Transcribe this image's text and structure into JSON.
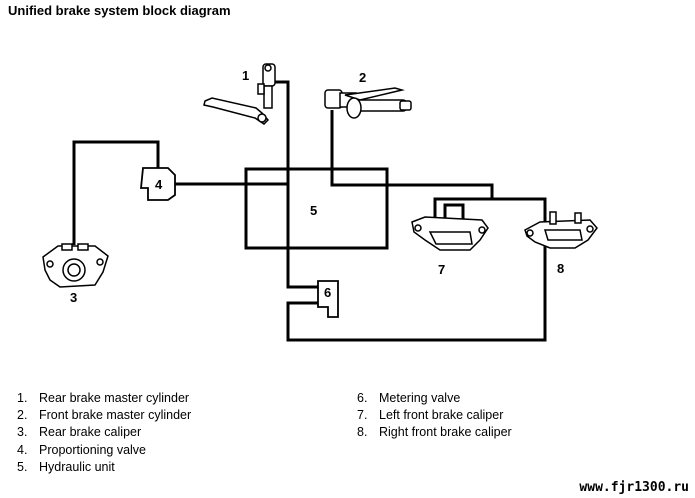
{
  "title": "Unified brake system block diagram",
  "components": [
    {
      "num": "1",
      "label": "Rear brake master cylinder"
    },
    {
      "num": "2",
      "label": "Front brake master cylinder"
    },
    {
      "num": "3",
      "label": "Rear brake caliper"
    },
    {
      "num": "4",
      "label": "Proportioning valve"
    },
    {
      "num": "5",
      "label": "Hydraulic unit"
    },
    {
      "num": "6",
      "label": "Metering valve"
    },
    {
      "num": "7",
      "label": "Left front brake caliper"
    },
    {
      "num": "8",
      "label": "Right front brake caliper"
    }
  ],
  "legend_left": [
    {
      "num": "1.",
      "label": "Rear brake master cylinder"
    },
    {
      "num": "2.",
      "label": "Front brake master cylinder"
    },
    {
      "num": "3.",
      "label": "Rear brake caliper"
    },
    {
      "num": "4.",
      "label": "Proportioning valve"
    },
    {
      "num": "5.",
      "label": "Hydraulic unit"
    }
  ],
  "legend_right": [
    {
      "num": "6.",
      "label": "Metering valve"
    },
    {
      "num": "7.",
      "label": "Left front brake caliper"
    },
    {
      "num": "8.",
      "label": "Right front brake caliper"
    }
  ],
  "watermark": "www.fjr1300.ru"
}
